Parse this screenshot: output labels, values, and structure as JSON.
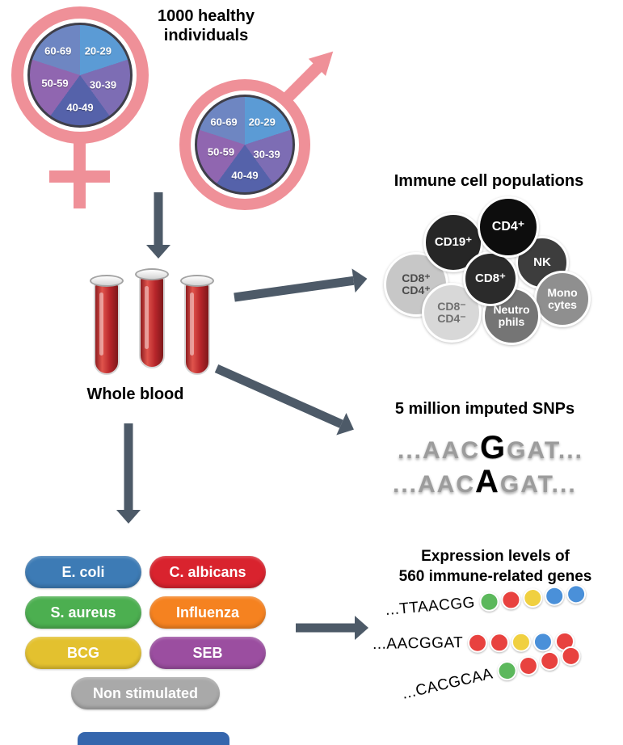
{
  "colors": {
    "gender_symbol": "#ef9098",
    "arrow": "#4d5a68",
    "blood": "#b6252a",
    "bottom_bar": "#3566ad"
  },
  "cohort": {
    "title_line1": "1000 healthy",
    "title_line2": "individuals",
    "age_groups": [
      "20-29",
      "30-39",
      "40-49",
      "50-59",
      "60-69"
    ],
    "pie_colors": [
      "#5b9bd5",
      "#7d6db4",
      "#5562aa",
      "#9066b0",
      "#6e86c2"
    ]
  },
  "whole_blood_label": "Whole blood",
  "immune_cells": {
    "title": "Immune cell populations",
    "cells": [
      {
        "label": "CD8⁺\nCD4⁺",
        "color": "#c7c7c7",
        "text_color": "#4a4a4a"
      },
      {
        "label": "CD19⁺",
        "color": "#262626",
        "text_color": "#ffffff"
      },
      {
        "label": "NK",
        "color": "#3d3d3d",
        "text_color": "#ffffff"
      },
      {
        "label": "Mono\ncytes",
        "color": "#8f8f8f",
        "text_color": "#ffffff"
      },
      {
        "label": "CD8⁻\nCD4⁻",
        "color": "#d8d8d8",
        "text_color": "#6f6f6f"
      },
      {
        "label": "Neutro\nphils",
        "color": "#757575",
        "text_color": "#ffffff"
      },
      {
        "label": "CD8⁺",
        "color": "#2b2b2b",
        "text_color": "#ffffff"
      },
      {
        "label": "CD4⁺",
        "color": "#0d0d0d",
        "text_color": "#ffffff"
      }
    ]
  },
  "snps": {
    "title": "5 million imputed SNPs",
    "sequences": [
      {
        "prefix": "...AAC",
        "variant": "G",
        "suffix": "GAT..."
      },
      {
        "prefix": "...AAC",
        "variant": "A",
        "suffix": "GAT..."
      }
    ]
  },
  "stimuli": {
    "items": [
      {
        "label": "E. coli",
        "color": "#3d7bb5"
      },
      {
        "label": "C. albicans",
        "color": "#d9232e"
      },
      {
        "label": "S. aureus",
        "color": "#4caf50"
      },
      {
        "label": "Influenza",
        "color": "#f58220"
      },
      {
        "label": "BCG",
        "color": "#e3c12f"
      },
      {
        "label": "SEB",
        "color": "#9b4ea0"
      },
      {
        "label": "Non stimulated",
        "color": "#a9a9a9"
      }
    ]
  },
  "expression": {
    "title_line1": "Expression levels of",
    "title_line2": "560 immune-related genes",
    "rows": [
      {
        "sequence": "...TTAACGG",
        "beads": [
          "#5cb85c",
          "#e8423f",
          "#f0d040",
          "#4a90d9",
          "#4a90d9"
        ]
      },
      {
        "sequence": "...AACGGAT",
        "beads": [
          "#e8423f",
          "#e8423f",
          "#f0d040",
          "#4a90d9",
          "#e8423f"
        ]
      },
      {
        "sequence": "...CACGCAA",
        "beads": [
          "#5cb85c",
          "#e8423f",
          "#e8423f",
          "#e8423f"
        ]
      }
    ]
  }
}
